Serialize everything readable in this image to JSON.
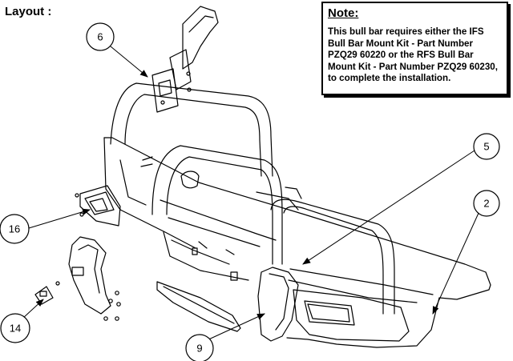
{
  "heading": "Layout :",
  "note": {
    "title": "Note:",
    "text": "This bull bar requires either the IFS Bull Bar Mount Kit - Part Number PZQ29 60220 or the RFS Bull Bar Mount Kit - Part Number PZQ29 60230, to complete the installation."
  },
  "callouts": [
    {
      "id": "callout-6",
      "label": "6"
    },
    {
      "id": "callout-5",
      "label": "5"
    },
    {
      "id": "callout-2",
      "label": "2"
    },
    {
      "id": "callout-16",
      "label": "16"
    },
    {
      "id": "callout-14",
      "label": "14"
    },
    {
      "id": "callout-9",
      "label": "9"
    }
  ]
}
